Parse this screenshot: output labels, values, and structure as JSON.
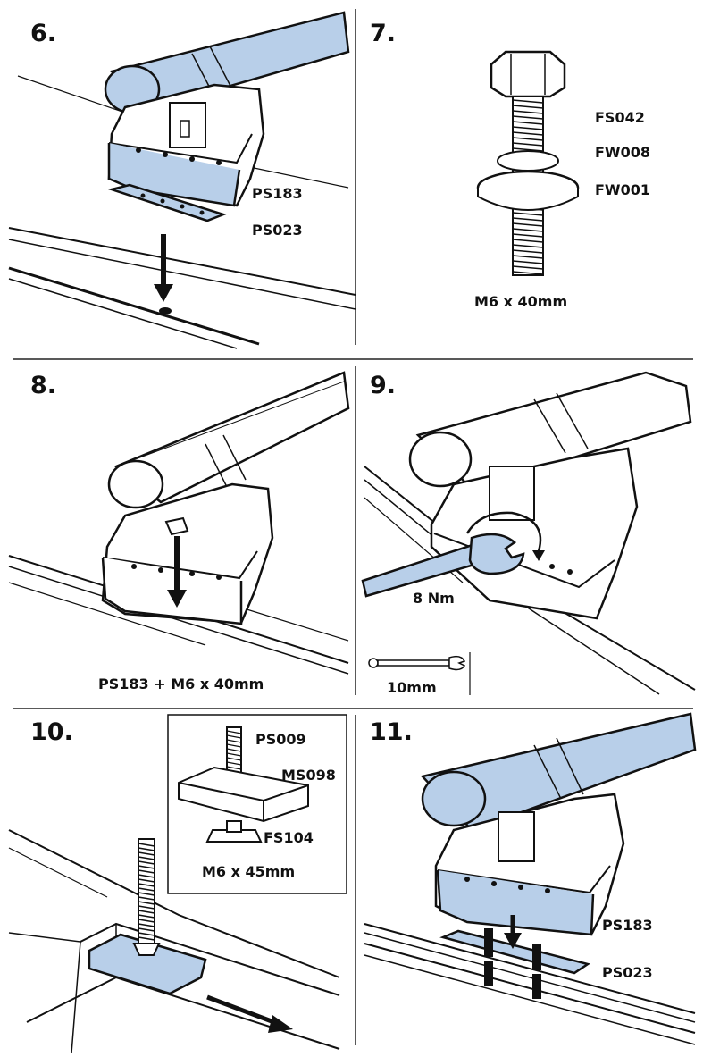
{
  "steps": {
    "s6": {
      "number": "6.",
      "labels": {
        "a": "PS183",
        "b": "PS023"
      }
    },
    "s7": {
      "number": "7.",
      "labels": {
        "a": "FS042",
        "b": "FW008",
        "c": "FW001",
        "size": "M6 x 40mm"
      }
    },
    "s8": {
      "number": "8.",
      "caption": "PS183 + M6 x 40mm"
    },
    "s9": {
      "number": "9.",
      "torque": "8 Nm",
      "tool": "10mm"
    },
    "s10": {
      "number": "10.",
      "labels": {
        "a": "PS009",
        "b": "MS098",
        "c": "FS104",
        "size": "M6 x 45mm"
      }
    },
    "s11": {
      "number": "11.",
      "labels": {
        "a": "PS183",
        "b": "PS023"
      }
    }
  },
  "colors": {
    "accent": "#b8cfe9",
    "line": "#111111"
  }
}
